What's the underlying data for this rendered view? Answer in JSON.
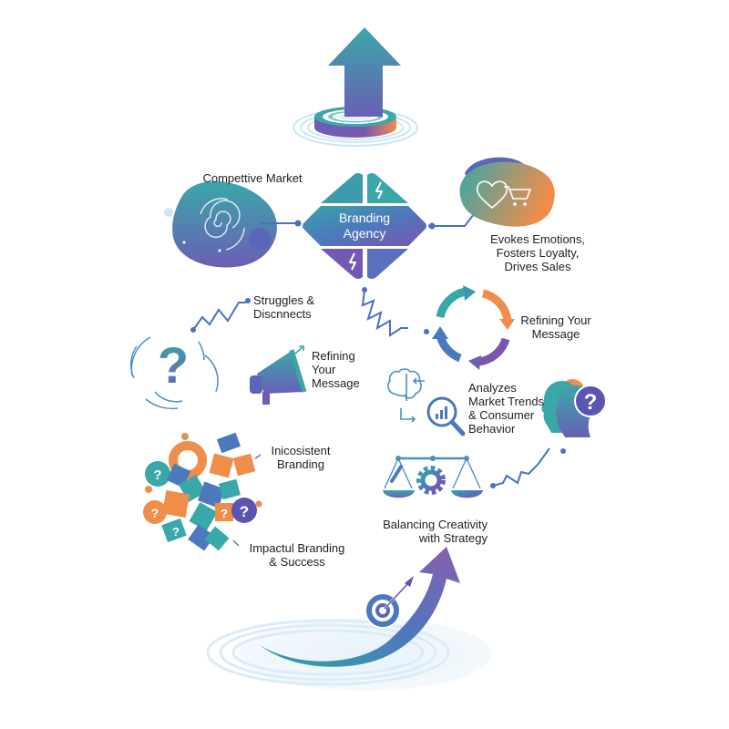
{
  "colors": {
    "teal": "#3aa7a8",
    "blue": "#4c79bd",
    "purple": "#7a55b0",
    "orange": "#ef8d4a",
    "light_blue": "#cde6f4",
    "text": "#1f1f24"
  },
  "top_arrow": {
    "icon": "up-arrow-on-podium-icon"
  },
  "center": {
    "title_line1": "Branding",
    "title_line2": "Agency",
    "icon": "lightning-bolt-icon"
  },
  "nodes": {
    "competitive_market": {
      "line1": "Competitive",
      "line2": "Market",
      "icon": "spiral-blob-icon",
      "raw_text": "Compettive Market"
    },
    "evokes": {
      "line1": "Evokes Emotions,",
      "line2": "Fosters Loyalty,",
      "line3": "Drives Sales",
      "icon": "heart-cart-icon"
    },
    "struggles": {
      "line1": "Struggles &",
      "line2": "Discnnects",
      "icon": "question-swirl-icon"
    },
    "refining_megaphone": {
      "line1": "Refining",
      "line2": "Your",
      "line3": "Message",
      "icon": "megaphone-icon"
    },
    "refining_cycle": {
      "line1": "Refining Your",
      "line2": "Message",
      "icon": "cycle-arrows-icon"
    },
    "analyzes": {
      "line1": "Analyzes",
      "line2": "Market Trends",
      "line3": "& Consumer",
      "line4": "Behavior",
      "icon": "brain-magnifier-icon",
      "icon2": "heads-question-icon"
    },
    "inconsistent": {
      "line1": "Inicosistent",
      "line2": "Branding",
      "icon": "scattered-shapes-icon"
    },
    "impactful": {
      "line1": "Impactul Branding",
      "line2": "& Success"
    },
    "balancing": {
      "line1": "Balancing Creativity",
      "line2": "with Strategy",
      "icon": "scale-gear-icon"
    },
    "bottom_arrow": {
      "icon": "target-arrow-icon"
    }
  }
}
